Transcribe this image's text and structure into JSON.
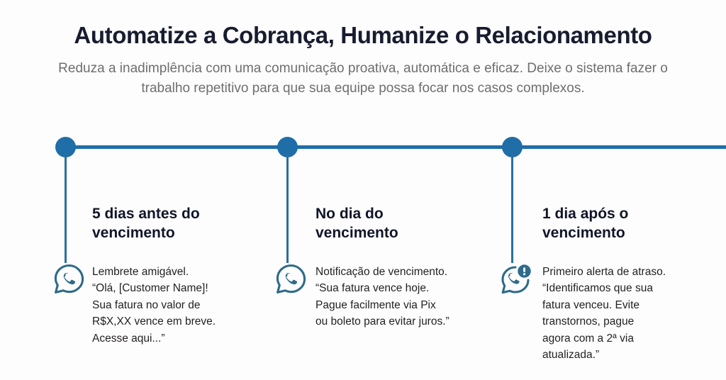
{
  "header": {
    "title": "Automatize a Cobrança, Humanize o Relacionamento",
    "subtitle": "Reduza a inadimplência com uma comunicação proativa, automática e eficaz. Deixe o sistema fazer o trabalho repetitivo para que sua equipe possa focar nos casos complexos."
  },
  "colors": {
    "accent_blue": "#1f6ea8",
    "icon_blue": "#2d6b8a",
    "title_navy": "#171c2f",
    "subtitle_gray": "#6e6e6e",
    "body_dark": "#231f20",
    "background": "#fdfdfd"
  },
  "timeline": {
    "steps": [
      {
        "title": "5 dias antes do vencimento",
        "icon": "whatsapp-icon",
        "text": "Lembrete amigável.\n“Olá, [Customer Name]!\nSua fatura no valor de\nR$X,XX vence em breve.\nAcesse aqui...”"
      },
      {
        "title": "No dia do vencimento",
        "icon": "whatsapp-icon",
        "text": "Notificação de vencimento.\n“Sua fatura vence hoje.\nPague facilmente via Pix\nou boleto para evitar juros.”"
      },
      {
        "title": "1 dia após o vencimento",
        "icon": "whatsapp-alert-icon",
        "text": "Primeiro alerta de atraso.\n“Identificamos que sua\nfatura venceu. Evite\ntranstornos, pague\nagora com a 2ª via\natualizada.”"
      }
    ]
  }
}
